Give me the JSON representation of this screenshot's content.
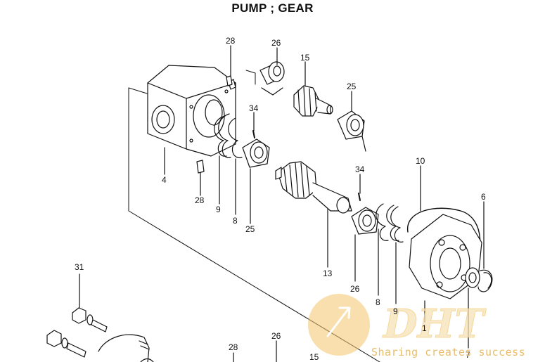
{
  "title": "PUMP ; GEAR",
  "watermark": {
    "logo": "DHT",
    "tagline": "Sharing creates success",
    "color": "#f2c46a"
  },
  "callouts": [
    {
      "id": "c28a",
      "text": "28"
    },
    {
      "id": "c26a",
      "text": "26"
    },
    {
      "id": "c15a",
      "text": "15"
    },
    {
      "id": "c25a",
      "text": "25"
    },
    {
      "id": "c34a",
      "text": "34"
    },
    {
      "id": "c4",
      "text": "4"
    },
    {
      "id": "c28b",
      "text": "28"
    },
    {
      "id": "c9a",
      "text": "9"
    },
    {
      "id": "c8a",
      "text": "8"
    },
    {
      "id": "c25b",
      "text": "25"
    },
    {
      "id": "c34b",
      "text": "34"
    },
    {
      "id": "c13",
      "text": "13"
    },
    {
      "id": "c26b",
      "text": "26"
    },
    {
      "id": "c10",
      "text": "10"
    },
    {
      "id": "c6",
      "text": "6"
    },
    {
      "id": "c8b",
      "text": "8"
    },
    {
      "id": "c9b",
      "text": "9"
    },
    {
      "id": "c1",
      "text": "1"
    },
    {
      "id": "c7",
      "text": "7"
    },
    {
      "id": "c31",
      "text": "31"
    },
    {
      "id": "c26c",
      "text": "26"
    },
    {
      "id": "c28c",
      "text": "28"
    },
    {
      "id": "c15b",
      "text": "15"
    }
  ]
}
